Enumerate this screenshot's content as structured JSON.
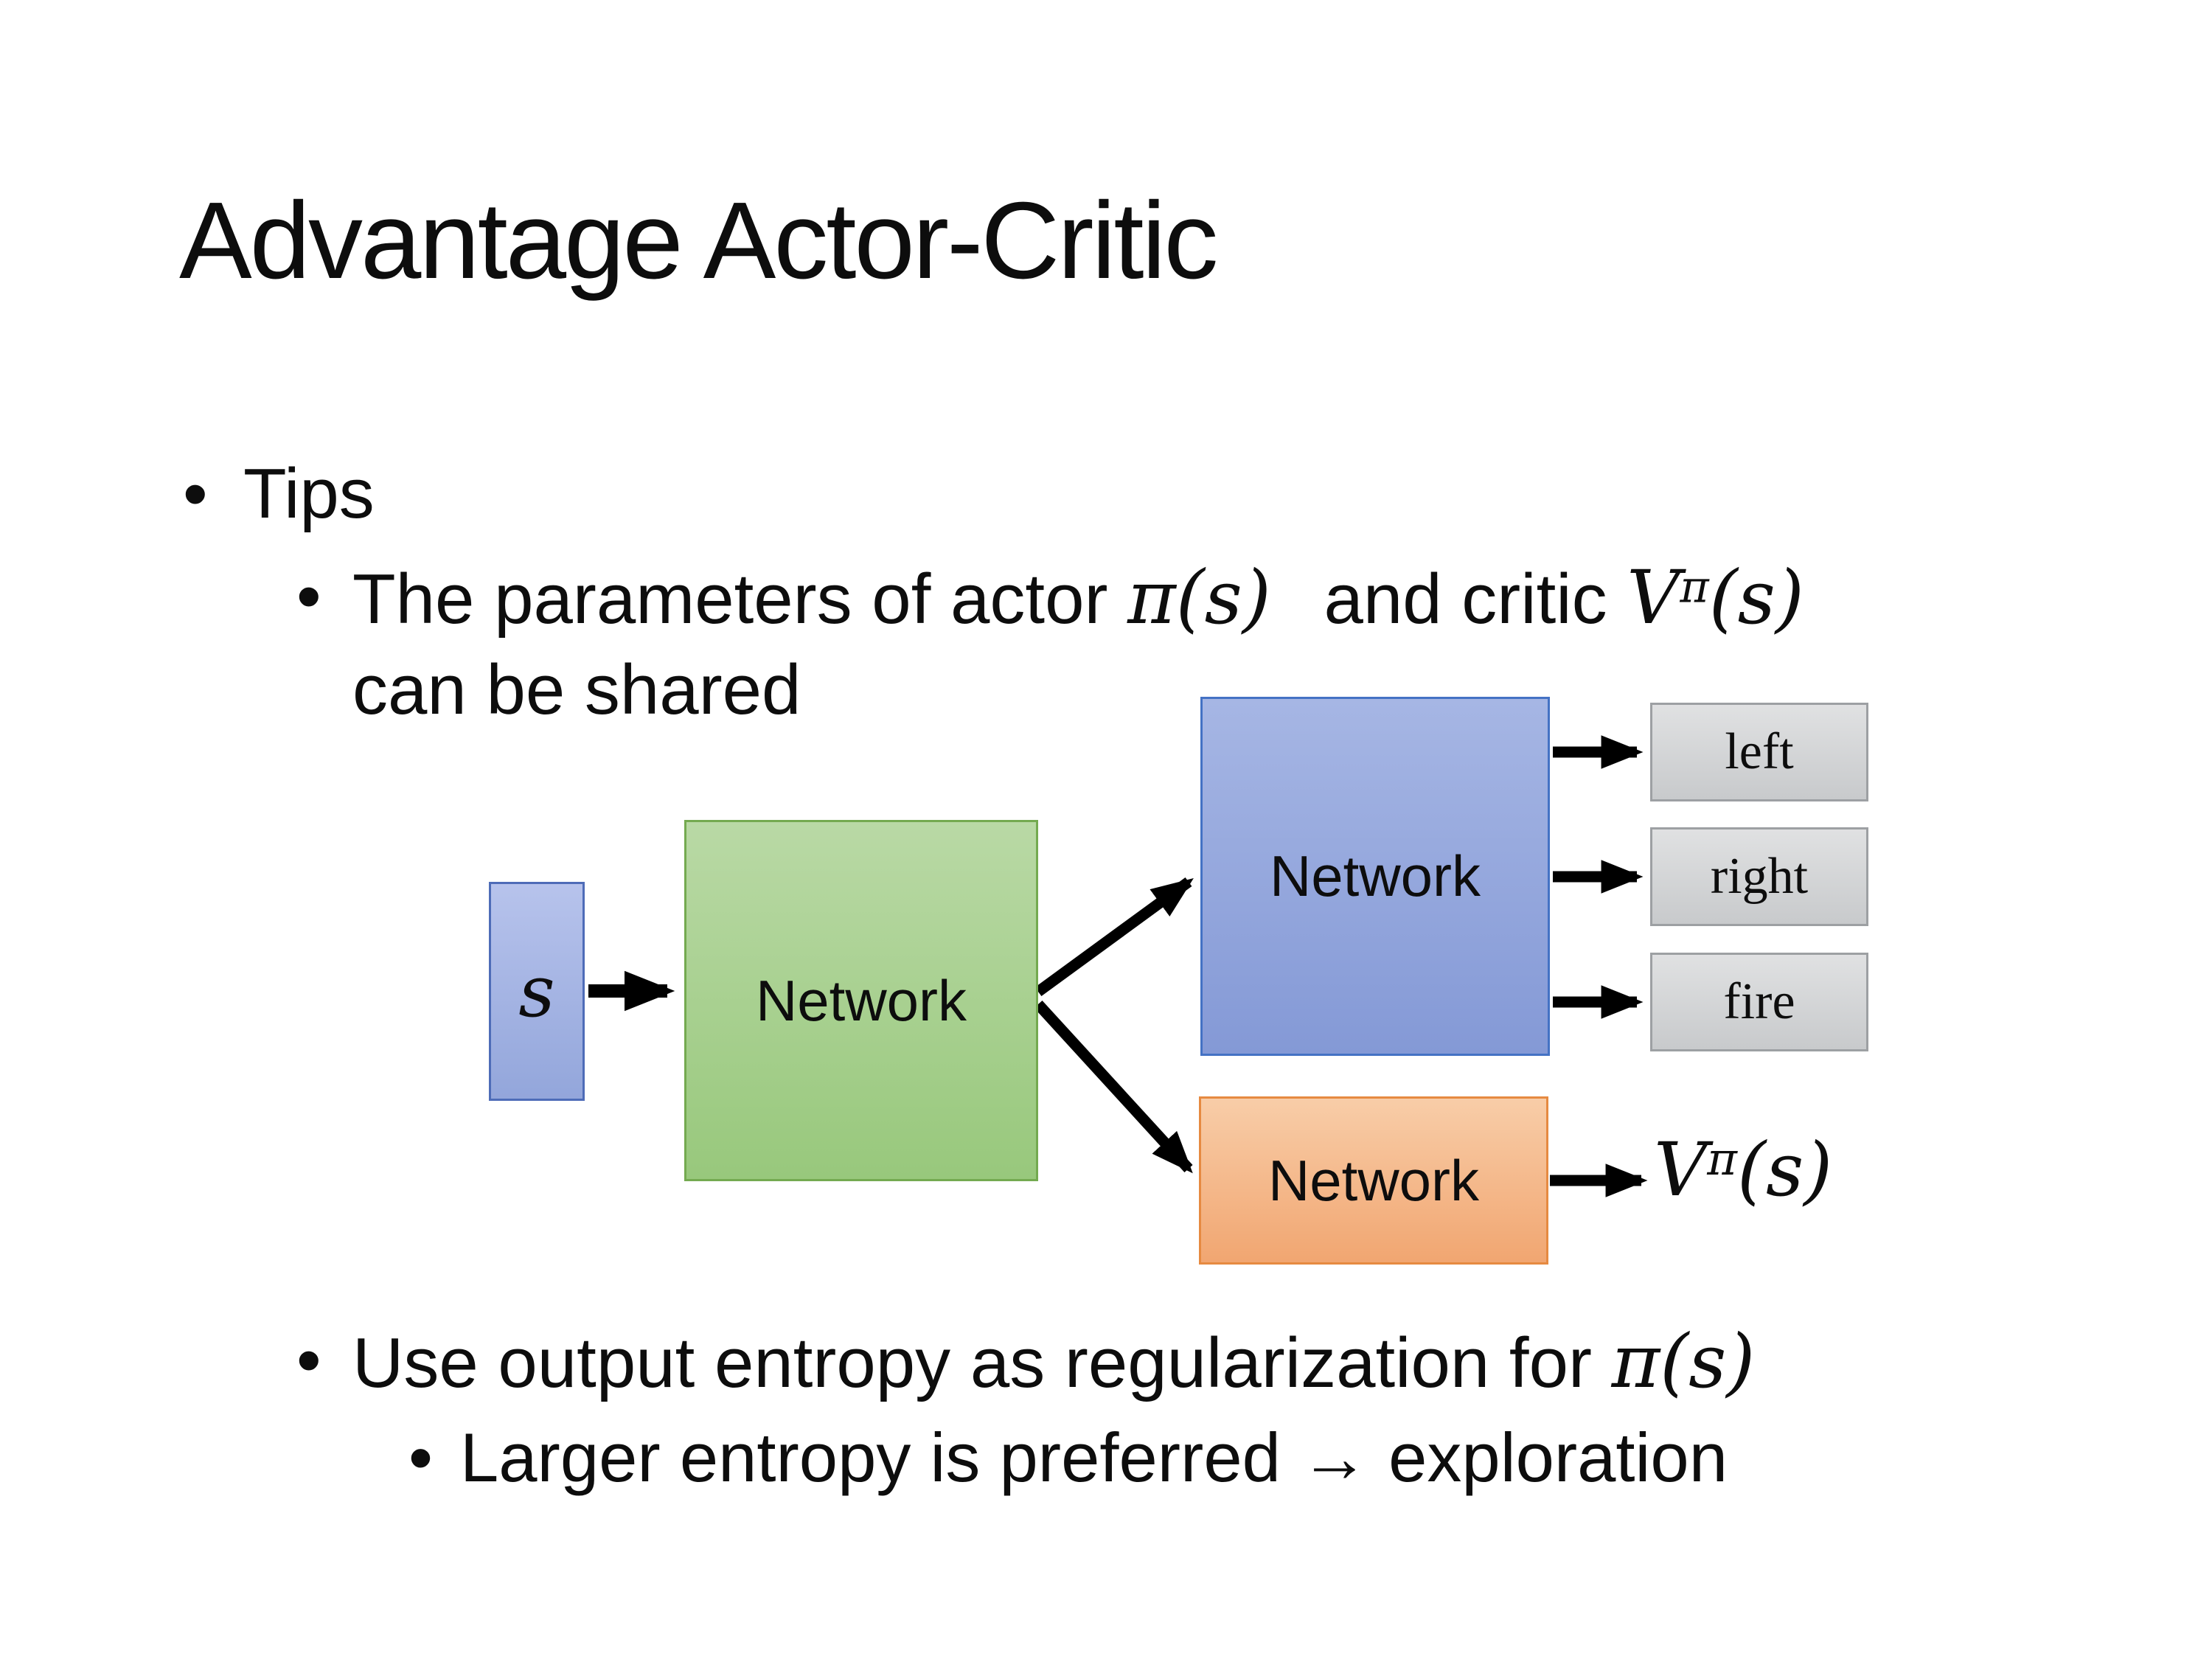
{
  "slide": {
    "title": "Advantage Actor-Critic",
    "bullet_char": "•"
  },
  "bullets": {
    "tips_label": "Tips",
    "shared_params": {
      "pre": "The parameters of actor ",
      "actor_math": "π(s)",
      "mid": " and critic ",
      "critic_base": "V",
      "critic_sup": "π",
      "critic_arg": "(s)",
      "line2": "can be shared"
    },
    "entropy_reg": {
      "pre": "Use output entropy as regularization for ",
      "math": "π(s)"
    },
    "entropy_note": {
      "pre": "Larger entropy is preferred ",
      "arrow": "→",
      "post": " exploration"
    }
  },
  "diagram": {
    "state_label": "s",
    "shared_network_label": "Network",
    "actor_network_label": "Network",
    "critic_network_label": "Network",
    "actions": [
      "left",
      "right",
      "fire"
    ],
    "value_output": {
      "base": "V",
      "sup": "π",
      "arg": "(s)"
    },
    "colors": {
      "background": "#ffffff",
      "text_color": "#0d0d0d",
      "arrow": "#000000",
      "state_fill_top": "#b7c3ec",
      "state_fill_bottom": "#93a6db",
      "state_border": "#4e6cb8",
      "shared_fill_top": "#b9d9a5",
      "shared_fill_bottom": "#98c87c",
      "shared_border": "#74aa50",
      "actor_fill_top": "#a6b6e4",
      "actor_fill_bottom": "#8499d6",
      "actor_border": "#4472c4",
      "critic_fill_top": "#f8cda8",
      "critic_fill_bottom": "#f1a671",
      "critic_border": "#e68a41",
      "action_fill_top": "#e0e1e2",
      "action_fill_bottom": "#c8cacc",
      "action_border": "#9da0a3"
    }
  }
}
